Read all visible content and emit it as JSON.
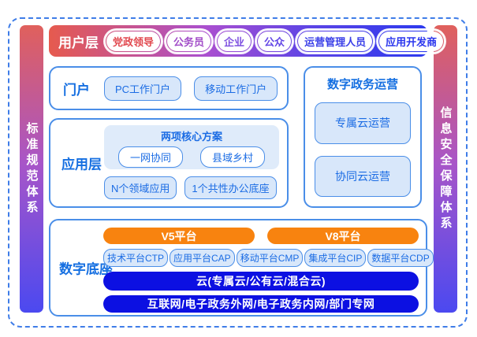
{
  "pillars": {
    "left": "标准规范体系",
    "right": "信息安全保障体系"
  },
  "user_layer": {
    "label": "用户层",
    "items": [
      {
        "label": "党政领导",
        "color": "#e1484e"
      },
      {
        "label": "公务员",
        "color": "#a14cc8"
      },
      {
        "label": "企业",
        "color": "#7d4fe0"
      },
      {
        "label": "公众",
        "color": "#6347e6"
      },
      {
        "label": "运营管理人员",
        "color": "#3a3fe8"
      },
      {
        "label": "应用开发商",
        "color": "#2b36ee"
      }
    ]
  },
  "portal": {
    "label": "门户",
    "items": [
      "PC工作门户",
      "移动工作门户"
    ]
  },
  "operations": {
    "title": "数字政务运营",
    "items": [
      "专属云运营",
      "协同云运营"
    ]
  },
  "app_layer": {
    "label": "应用层",
    "core_panel": {
      "title": "两项核心方案",
      "items": [
        "一网协同",
        "县域乡村"
      ]
    },
    "bottom_items": [
      "N个领域应用",
      "1个共性办公底座"
    ]
  },
  "base_layer": {
    "label": "数字底座",
    "platforms": [
      "V5平台",
      "V8平台"
    ],
    "sub_platforms": [
      "技术平台CTP",
      "应用平台CAP",
      "移动平台CMP",
      "集成平台CIP",
      "数据平台CDP"
    ],
    "cloud_bar": "云(专属云/公有云/混合云)",
    "network_bar": "互联网/电子政务外网/电子政务内网/部门专网"
  },
  "colors": {
    "accent_blue": "#156fe1",
    "border_blue": "#4a8ee8",
    "light_blue_fill": "#d8e7fa",
    "panel_blue": "#dfebfa",
    "orange": "#f8830f",
    "deep_blue": "#0c10e2",
    "gradient_red": "#e65a4e",
    "gradient_purple": "#a94fd0",
    "gradient_blue": "#2c39ee"
  }
}
